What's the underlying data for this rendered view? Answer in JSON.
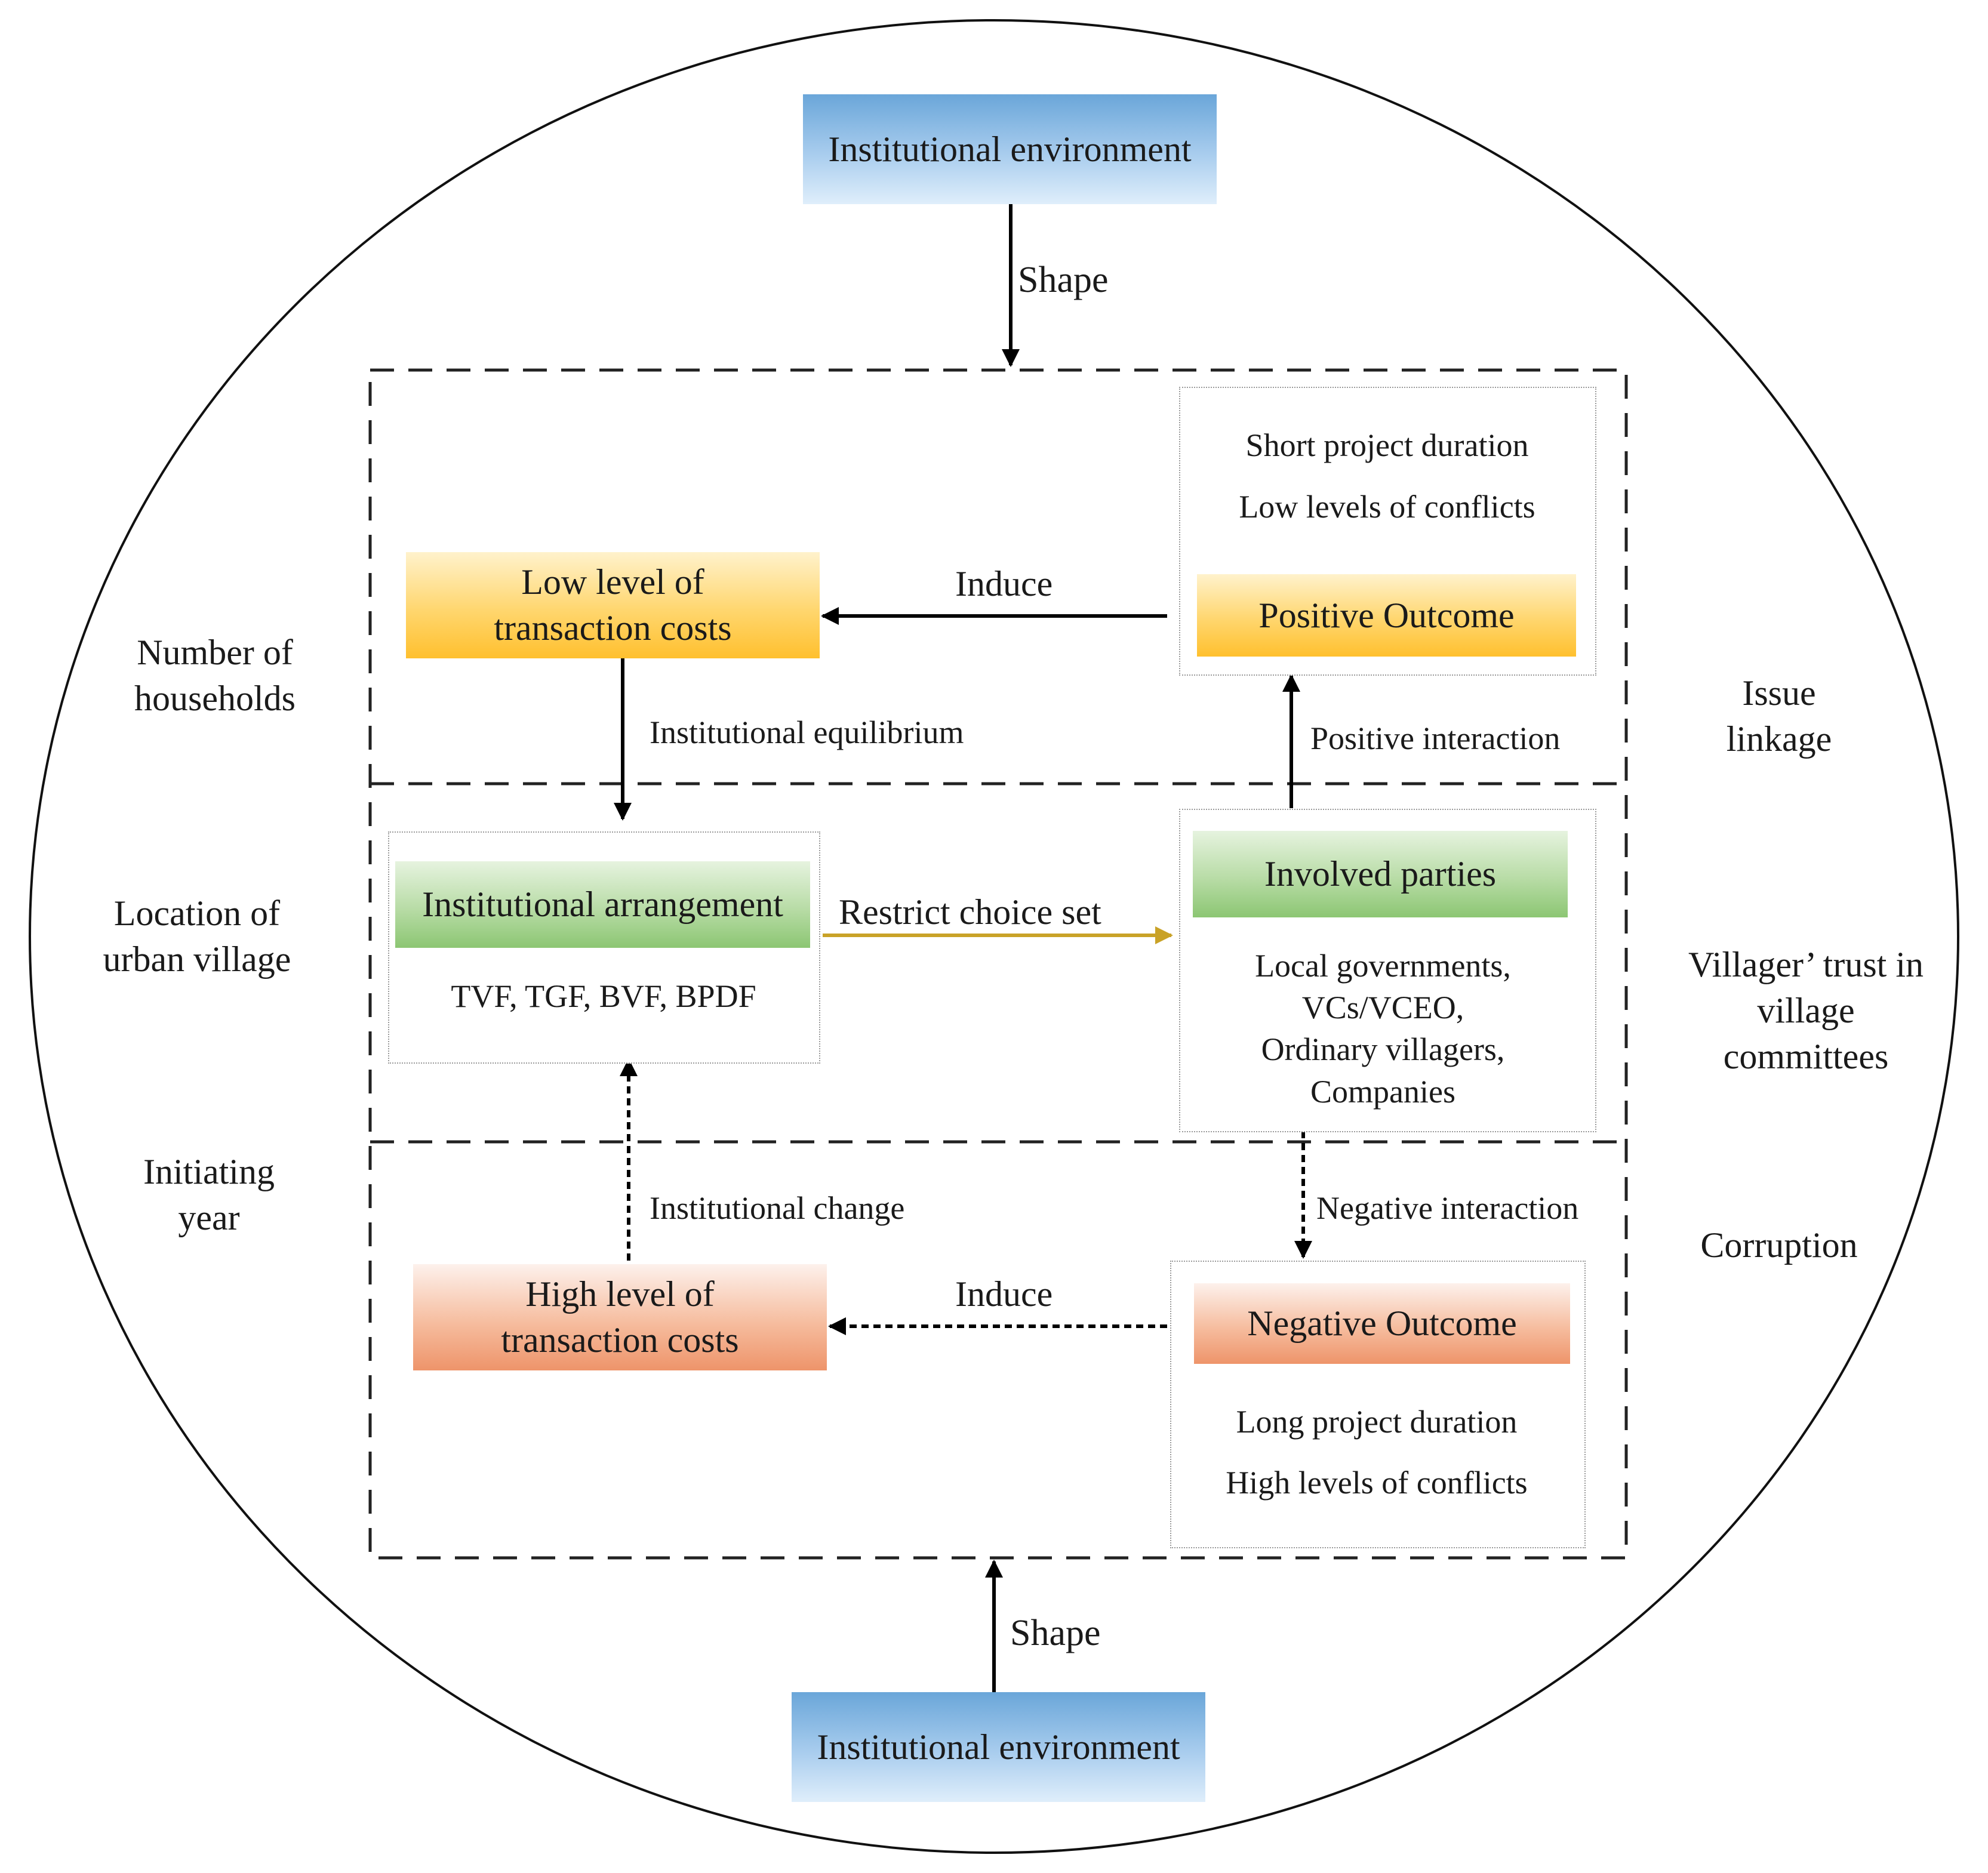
{
  "top_environment": {
    "label": "Institutional environment",
    "arrow_label": "Shape"
  },
  "bottom_environment": {
    "label": "Institutional environment",
    "arrow_label": "Shape"
  },
  "left_factors": {
    "households": "Number of\nhouseholds",
    "location": "Location of\nurban village",
    "year": "Initiating\nyear"
  },
  "right_factors": {
    "issue_linkage": "Issue\nlinkage",
    "trust": "Villager’ trust in\nvillage\ncommittees",
    "corruption": "Corruption"
  },
  "low_costs": {
    "label": "Low level of\ntransaction costs"
  },
  "high_costs": {
    "label": "High level of\ntransaction costs"
  },
  "positive_outcome": {
    "title": "Positive Outcome",
    "items": [
      "Short project duration",
      "Low levels of conflicts"
    ]
  },
  "negative_outcome": {
    "title": "Negative Outcome",
    "items": [
      "Long project duration",
      "High levels of conflicts"
    ]
  },
  "institutional_arrangement": {
    "title": "Institutional arrangement",
    "detail": "TVF, TGF, BVF, BPDF"
  },
  "involved_parties": {
    "title": "Involved parties",
    "detail": "Local governments,\nVCs/VCEO,\nOrdinary villagers,\nCompanies"
  },
  "arrows": {
    "induce_top": "Induce",
    "induce_bottom": "Induce",
    "equilibrium": "Institutional equilibrium",
    "change": "Institutional change",
    "positive_interaction": "Positive interaction",
    "negative_interaction": "Negative interaction",
    "restrict": "Restrict choice set"
  },
  "colors": {
    "blue": "#9fc8ec",
    "yellow": "#ffcf4f",
    "green": "#a9d597",
    "orange": "#f2a983",
    "restrict_arrow": "#c9a227"
  }
}
